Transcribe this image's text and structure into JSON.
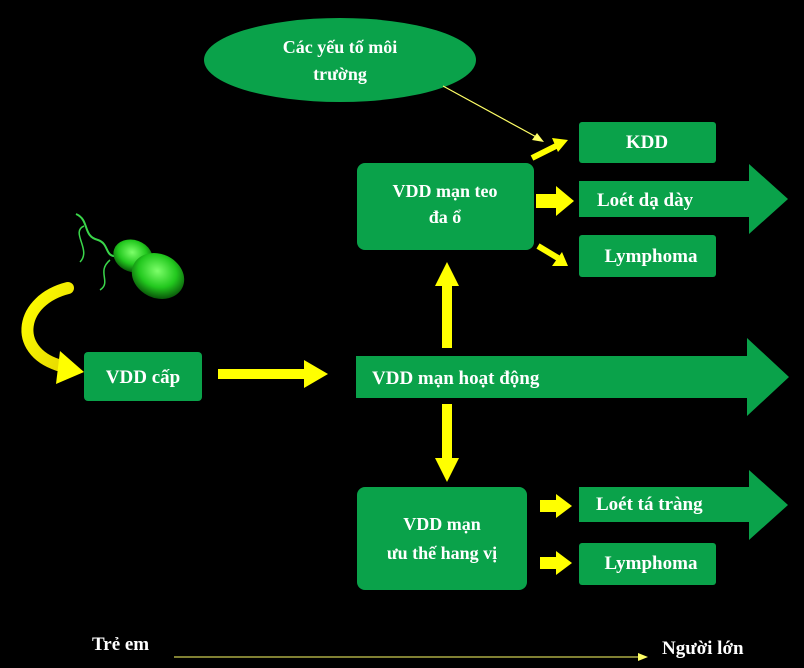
{
  "colors": {
    "background": "#000000",
    "box": "#0aa24a",
    "box_text": "#ffffff",
    "arrow_yellow": "#ffff00"
  },
  "environment": {
    "line1": "Các yếu tố môi",
    "line2": "trường"
  },
  "acute": {
    "label": "VDD cấp"
  },
  "chronic_active": {
    "label": "VDD mạn hoạt động"
  },
  "atrophic": {
    "line1": "VDD mạn teo",
    "line2": "đa ổ"
  },
  "antral": {
    "line1": "VDD mạn",
    "line2": "ưu thế hang vị"
  },
  "outcomes_top": {
    "kdd": "KDD",
    "gastric_ulcer": "Loét dạ dày",
    "lymphoma": "Lymphoma"
  },
  "outcomes_bottom": {
    "duodenal_ulcer": "Loét tá tràng",
    "lymphoma": "Lymphoma"
  },
  "timeline": {
    "start": "Trẻ em",
    "end": "Người lớn"
  },
  "icons": {
    "bacterium": "helicobacter-bacterium-icon"
  }
}
